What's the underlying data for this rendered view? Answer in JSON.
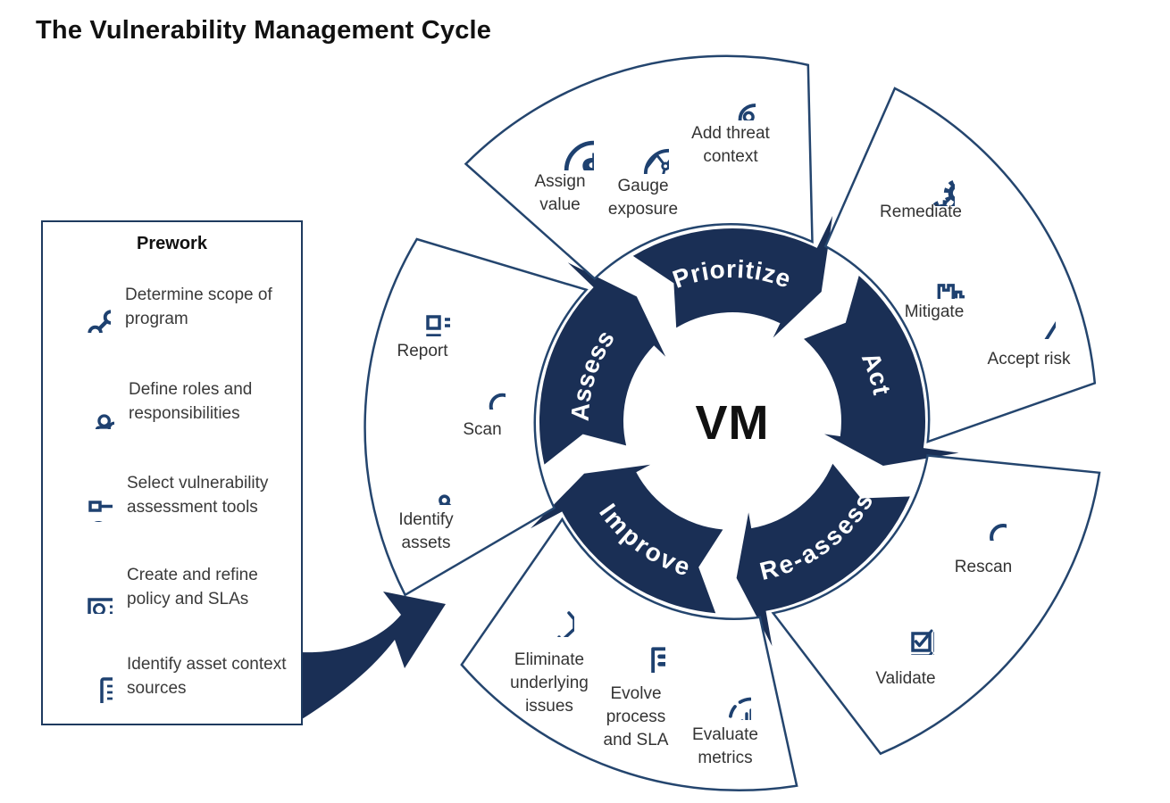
{
  "title": "The Vulnerability Management Cycle",
  "center_label": "VM",
  "colors": {
    "navy_band": "#1a2f55",
    "icon_navy": "#1e4170",
    "petal_border": "#24456e",
    "label_text": "#333333",
    "title_text": "#111111"
  },
  "prework": {
    "title": "Prework",
    "items": [
      {
        "icon": "network-icon",
        "label": "Determine scope of program"
      },
      {
        "icon": "people-icon",
        "label": "Define roles and responsibilities"
      },
      {
        "icon": "tools-icon",
        "label": "Select vulnerability assessment tools"
      },
      {
        "icon": "policy-icon",
        "label": "Create and refine policy and SLAs"
      },
      {
        "icon": "server-icon",
        "label": "Identify asset context sources"
      }
    ]
  },
  "cycle": {
    "stages": [
      {
        "name": "Prioritize",
        "activities": [
          {
            "icon": "dollar-icon",
            "label": "Assign value"
          },
          {
            "icon": "globe-icon",
            "label": "Gauge exposure"
          },
          {
            "icon": "skull-icon",
            "label": "Add threat context"
          }
        ]
      },
      {
        "name": "Act",
        "activities": [
          {
            "icon": "gears-icon",
            "label": "Remediate"
          },
          {
            "icon": "castle-icon",
            "label": "Mitigate"
          },
          {
            "icon": "lightning-icon",
            "label": "Accept risk"
          }
        ]
      },
      {
        "name": "Re-assess",
        "activities": [
          {
            "icon": "magnifier-icon",
            "label": "Rescan"
          },
          {
            "icon": "checkboxes-icon",
            "label": "Validate"
          }
        ]
      },
      {
        "name": "Improve",
        "activities": [
          {
            "icon": "branch-icon",
            "label": "Eliminate underlying issues"
          },
          {
            "icon": "doc-check-icon",
            "label": "Evolve process and SLA"
          },
          {
            "icon": "metrics-icon",
            "label": "Evaluate metrics"
          }
        ]
      },
      {
        "name": "Assess",
        "activities": [
          {
            "icon": "report-icon",
            "label": "Report"
          },
          {
            "icon": "magnifier-icon",
            "label": "Scan"
          },
          {
            "icon": "nodes-icon",
            "label": "Identify assets"
          }
        ]
      }
    ]
  }
}
